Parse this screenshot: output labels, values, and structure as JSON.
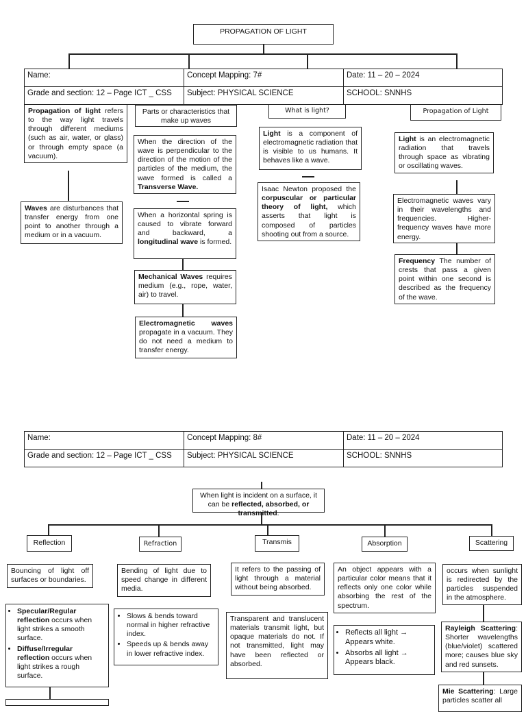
{
  "map1": {
    "title": "PROPAGATION OF LIGHT",
    "header": {
      "name_label": "Name:",
      "concept": "Concept Mapping: 7#",
      "date": "Date: 11 – 20 – 2024",
      "grade": "Grade and section: 12 – Page ICT _ CSS",
      "subject": "Subject: PHYSICAL SCIENCE",
      "school": "SCHOOL: SNNHS"
    },
    "col1": {
      "def_bold": "Propagation of light",
      "def_rest": " refers to the way light travels through different mediums (such as air, water, or glass) or through empty space (a vacuum).",
      "waves_bold": "Waves",
      "waves_rest": " are disturbances that transfer energy from one point to another through a medium or in a vacuum."
    },
    "col2": {
      "heading": "Parts or characteristics that make up waves",
      "transverse_pre": "When the direction of the wave is perpendicular to the direction of the motion of the particles of the medium, the wave formed is called a ",
      "transverse_bold": "Transverse Wave.",
      "longitudinal_pre": "When a horizontal spring is caused to vibrate forward and backward, a ",
      "longitudinal_bold": "longitudinal wave",
      "longitudinal_post": " is formed.",
      "mech_bold": "Mechanical Waves",
      "mech_rest": " requires medium (e.g., rope, water, air) to travel.",
      "em_bold": "Electromagnetic waves",
      "em_rest": " propagate in a vacuum. They do not need a medium to transfer energy."
    },
    "col3": {
      "heading": "What is light?",
      "light_bold": "Light",
      "light_rest": " is a component of electromagnetic radiation that is visible to us humans. It behaves like a wave.",
      "newton_pre": "Isaac Newton proposed the ",
      "newton_bold": "corpuscular or particular theory of light,",
      "newton_post": " which asserts that light is composed of particles shooting out from a source."
    },
    "col4": {
      "heading": "Propagation of Light",
      "light_bold": "Light",
      "light_rest": " is an electromagnetic radiation that travels through space as vibrating or oscillating waves.",
      "em_waves": "Electromagnetic waves vary in their wavelengths and frequencies. Higher-frequency waves have more energy.",
      "freq_bold": "Frequency",
      "freq_rest": " The number of crests that pass a given point within one second is described as the frequency of the wave."
    }
  },
  "map2": {
    "header": {
      "name_label": "Name:",
      "concept": "Concept Mapping: 8#",
      "date": "Date: 11 – 20 – 2024",
      "grade": "Grade and section: 12 – Page ICT _ CSS",
      "subject": "Subject: PHYSICAL SCIENCE",
      "school": "SCHOOL: SNNHS"
    },
    "root_pre": "When light is incident on a surface, it can be ",
    "root_bold": "reflected, absorbed, or transmitted",
    "root_post": ".",
    "reflection": {
      "heading": "Reflection",
      "def": "Bouncing of light off surfaces or boundaries.",
      "item1_bold": "Specular/Regular reflection",
      "item1_rest": " occurs when light strikes a smooth surface.",
      "item2_bold": "Diffuse/Irregular reflection",
      "item2_rest": " occurs when light strikes a rough surface."
    },
    "refraction": {
      "heading": "Refraction",
      "def": "Bending of light due to speed change in different media.",
      "item1": "Slows & bends toward normal in higher refractive index.",
      "item2": "Speeds up & bends away in lower refractive index."
    },
    "transmission": {
      "heading": "Transmis",
      "def": "It refers to the passing of light through a material without being absorbed.",
      "detail": "Transparent and translucent materials transmit light, but opaque materials do not. If not transmitted, light may have been reflected or absorbed."
    },
    "absorption": {
      "heading": "Absorption",
      "def": "An object appears with a particular color means that it reflects only one color while absorbing the rest of the spectrum.",
      "item1": "Reflects all light → Appears white.",
      "item2": "Absorbs all light → Appears black."
    },
    "scattering": {
      "heading": "Scattering",
      "def": "occurs when sunlight is redirected by the particles suspended in the atmosphere.",
      "rayleigh_bold": "Rayleigh Scattering",
      "rayleigh_rest": ": Shorter wavelengths (blue/violet) scattered more; causes blue sky and red sunsets.",
      "mie_bold": "Mie Scattering",
      "mie_rest": ": Large particles scatter all"
    }
  }
}
